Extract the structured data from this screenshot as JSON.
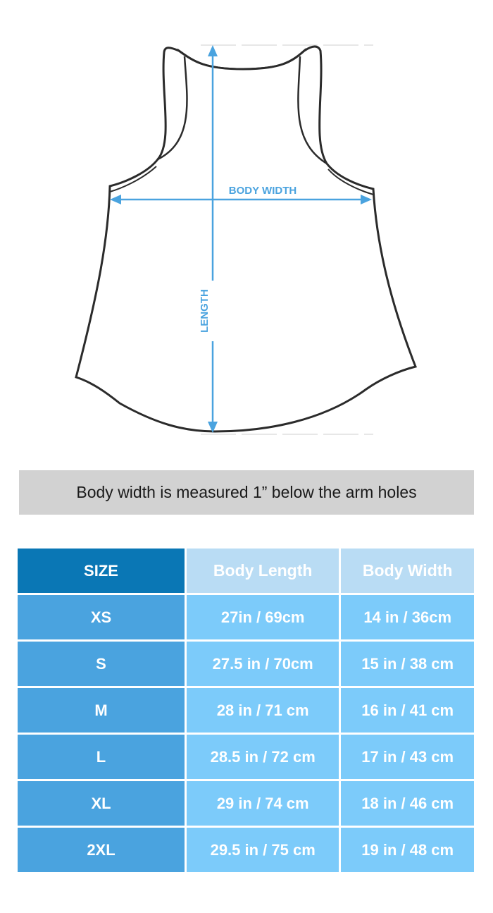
{
  "diagram": {
    "width_label": "BODY WIDTH",
    "length_label": "LENGTH"
  },
  "note": "Body width is measured 1” below the arm holes",
  "table": {
    "headers": [
      "SIZE",
      "Body Length",
      "Body Width"
    ],
    "rows": [
      {
        "size": "XS",
        "length": "27in / 69cm",
        "width": "14 in / 36cm"
      },
      {
        "size": "S",
        "length": "27.5 in / 70cm",
        "width": "15 in / 38 cm"
      },
      {
        "size": "M",
        "length": "28 in / 71 cm",
        "width": "16 in / 41 cm"
      },
      {
        "size": "L",
        "length": "28.5 in / 72 cm",
        "width": "17 in / 43 cm"
      },
      {
        "size": "XL",
        "length": "29 in / 74 cm",
        "width": "18 in / 46 cm"
      },
      {
        "size": "2XL",
        "length": "29.5 in / 75 cm",
        "width": "19 in / 48 cm"
      }
    ]
  },
  "colors": {
    "accent": "#4aa3df",
    "header_dark": "#0a77b5",
    "header_light": "#b9dcf4",
    "cell_light": "#7ccbfa",
    "note_bg": "#d2d2d2"
  }
}
